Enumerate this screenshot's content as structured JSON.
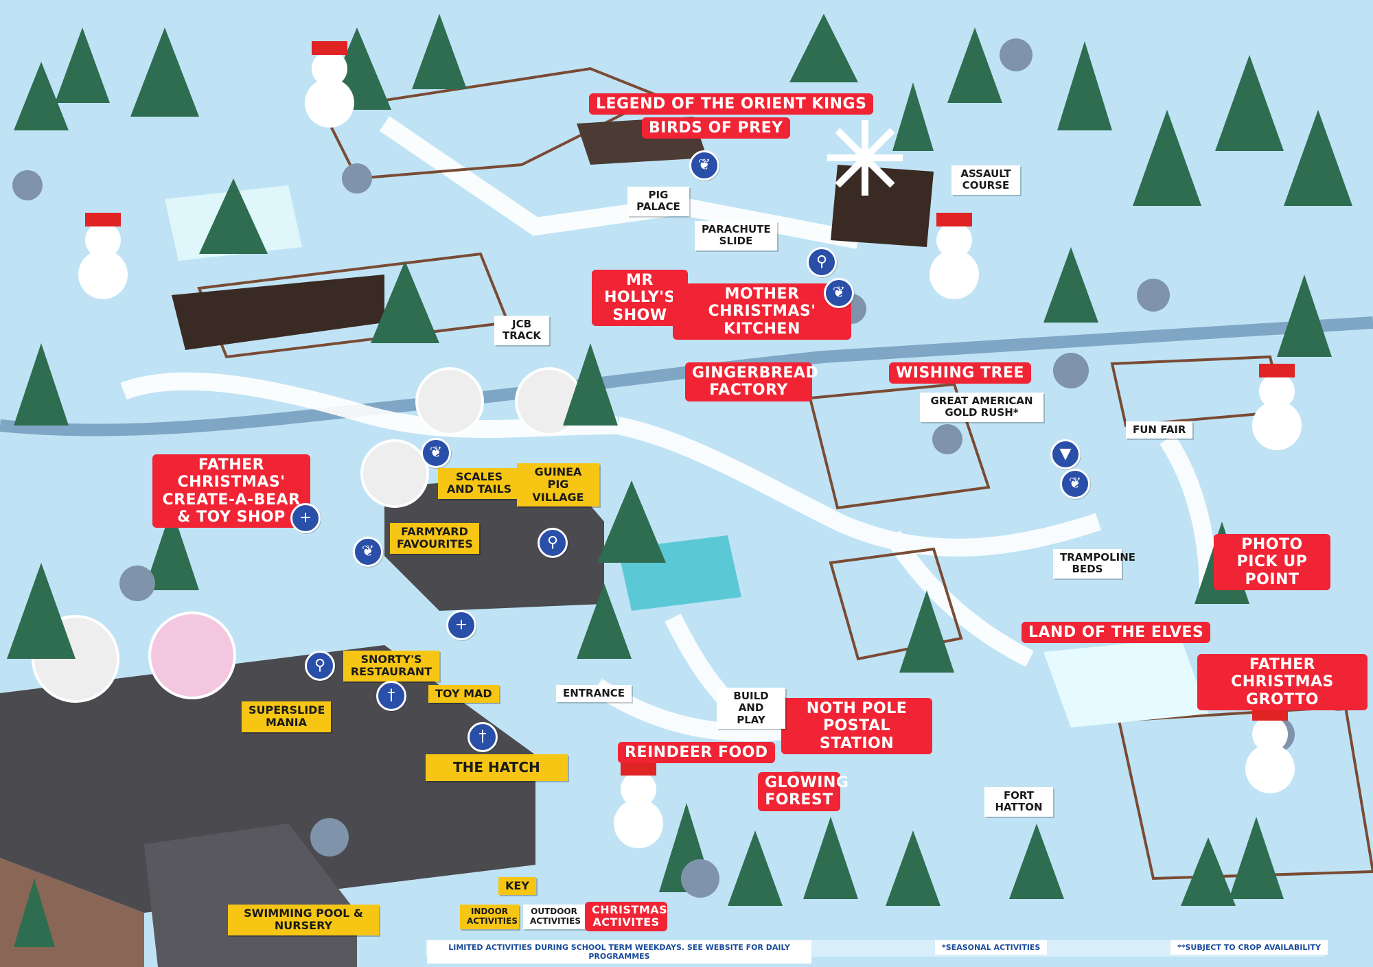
{
  "labels": {
    "legend_orient_kings": "Legend of the Orient Kings",
    "birds_of_prey": "Birds of Prey",
    "pig_palace": "Pig Palace",
    "assault_course": "Assault Course",
    "parachute_slide": "Parachute Slide",
    "mr_hollys_show": "Mr Holly's Show",
    "mother_christmas_kitchen": "Mother Christmas' Kitchen",
    "jcb_track": "JCB Track",
    "gingerbread_factory": "Gingerbread Factory",
    "wishing_tree": "Wishing Tree",
    "great_american_gold_rush": "Great American Gold Rush*",
    "fun_fair": "Fun Fair",
    "father_christmas_create_a_bear": "Father Christmas' Create-a-Bear & Toy Shop",
    "scales_and_tails": "Scales and Tails",
    "guinea_pig_village": "Guinea Pig Village",
    "farmyard_favourites": "Farmyard Favourites",
    "trampoline_beds": "Trampoline Beds",
    "photo_pick_up_point": "Photo Pick Up Point",
    "land_of_the_elves": "Land of the Elves",
    "father_christmas_grotto": "Father Christmas Grotto",
    "snortys_restaurant": "Snorty's Restaurant",
    "superslide_mania": "Superslide Mania",
    "toy_mad": "Toy Mad",
    "entrance": "Entrance",
    "build_and_play": "Build and Play",
    "north_pole_postal_station": "Noth Pole Postal Station",
    "reindeer_food": "Reindeer Food",
    "glowing_forest": "Glowing Forest",
    "the_hatch": "The Hatch",
    "fort_hatton": "Fort Hatton",
    "swimming_pool_nursery": "Swimming Pool & Nursery"
  },
  "key": {
    "title": "Key",
    "indoor": "Indoor Activities",
    "outdoor": "Outdoor Activities",
    "christmas": "Christmas Activites"
  },
  "footer": {
    "limited": "Limited activities during school term weekdays. See website for daily programmes",
    "seasonal": "*Seasonal activities",
    "crop": "**Subject to crop availability"
  },
  "icons": {
    "first_aid": "+",
    "toilets": "⚲",
    "restaurant": "†",
    "hand_wash": "❦",
    "ice_cream": "▼"
  },
  "colors": {
    "christmas": "#f02434",
    "indoor": "#f7c615",
    "outdoor": "#ffffff",
    "icon_blue": "#2a4fa8",
    "snow": "#bfe3f5"
  }
}
